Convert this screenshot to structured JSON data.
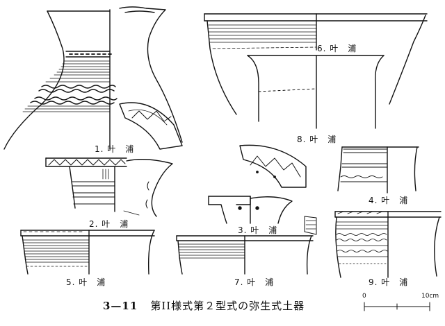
{
  "figure": {
    "caption_number": "3—11",
    "caption_text": "第II様式第２型式の弥生式土器"
  },
  "specimens": [
    {
      "label": "1. 叶　浦"
    },
    {
      "label": "2. 叶　浦"
    },
    {
      "label": "3. 叶　浦"
    },
    {
      "label": "4. 叶　浦"
    },
    {
      "label": "5. 叶　浦"
    },
    {
      "label": "6. 叶　浦"
    },
    {
      "label": "7. 叶　浦"
    },
    {
      "label": "8. 叶　浦"
    },
    {
      "label": "9. 叶　浦"
    }
  ],
  "scale_bar": {
    "start": "0",
    "end": "10cm"
  }
}
